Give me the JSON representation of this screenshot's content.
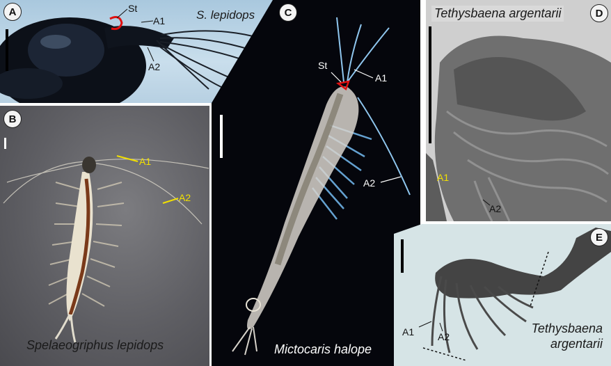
{
  "panels": {
    "a": {
      "letter": "A",
      "species": "S. lepidops",
      "labels": {
        "st": "St",
        "a1": "A1",
        "a2": "A2"
      }
    },
    "b": {
      "letter": "B",
      "species": "Spelaeogriphus lepidops",
      "labels": {
        "a1": "A1",
        "a2": "A2"
      }
    },
    "c": {
      "letter": "C",
      "species": "Mictocaris halope",
      "labels": {
        "st": "St",
        "a1": "A1",
        "a2": "A2"
      }
    },
    "d": {
      "letter": "D",
      "species": "Tethysbaena argentarii",
      "labels": {
        "a1": "A1",
        "a2": "A2"
      }
    },
    "e": {
      "letter": "E",
      "species_line1": "Tethysbaena",
      "species_line2": "argentarii",
      "labels": {
        "a1": "A1",
        "a2": "A2"
      }
    }
  }
}
